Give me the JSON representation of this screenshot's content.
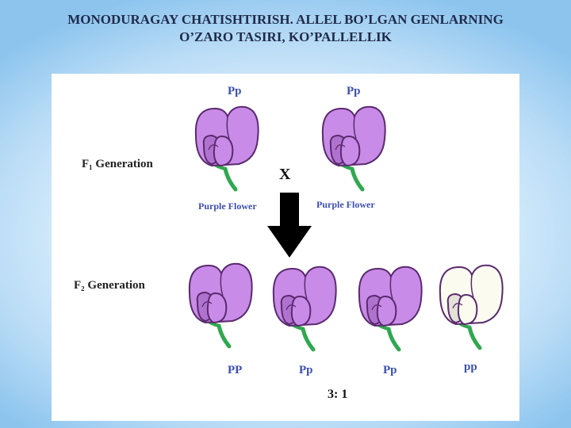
{
  "slide": {
    "title_line1": "MONODURAGAY CHATISHTIRISH. ALLEL BO’LGAN GENLARNING",
    "title_line2": "O’ZARO TASIRI, KO’PALLELLIK"
  },
  "diagram": {
    "f1": {
      "label": "F₁ Generation",
      "parents": [
        {
          "genotype": "Pp",
          "phenotype": "Purple Flower",
          "color": "#c98be8"
        },
        {
          "genotype": "Pp",
          "phenotype": "Purple Flower",
          "color": "#c98be8"
        }
      ],
      "cross_symbol": "X"
    },
    "f2": {
      "label": "F₂ Generation",
      "offspring": [
        {
          "genotype": "PP",
          "color": "#c98be8"
        },
        {
          "genotype": "Pp",
          "color": "#c98be8"
        },
        {
          "genotype": "Pp",
          "color": "#c98be8"
        },
        {
          "genotype": "pp",
          "color": "#fbfbf0"
        }
      ],
      "ratio": "3: 1"
    },
    "colors": {
      "genotype_text": "#3d4fb0",
      "petal_outline": "#5a2a6e",
      "stem": "#2fa84f",
      "arrow": "#000000"
    }
  }
}
